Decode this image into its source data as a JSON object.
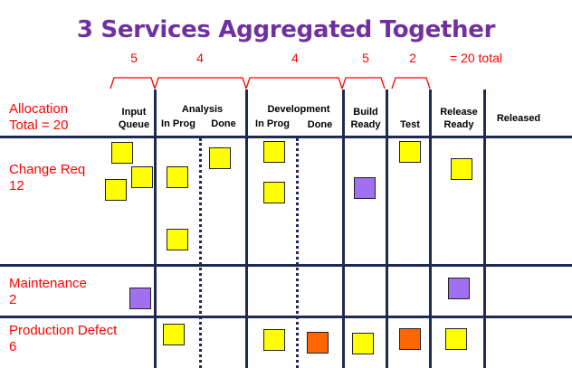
{
  "title": "3 Services Aggregated Together",
  "wip_limits": [
    "5",
    "4",
    "4",
    "5",
    "2"
  ],
  "wip_total": "= 20 total",
  "allocation": {
    "line1": "Allocation",
    "line2": "Total = 20"
  },
  "columns": {
    "input_queue": {
      "line1": "Input",
      "line2": "Queue"
    },
    "analysis": {
      "title": "Analysis",
      "in_prog": "In Prog",
      "done": "Done"
    },
    "development": {
      "title": "Development",
      "in_prog": "In Prog",
      "done": "Done"
    },
    "build_ready": {
      "line1": "Build",
      "line2": "Ready"
    },
    "test": "Test",
    "release_ready": {
      "line1": "Release",
      "line2": "Ready"
    },
    "released": "Released"
  },
  "rows": [
    {
      "label": "Change Req",
      "count": "12"
    },
    {
      "label": "Maintenance",
      "count": "2"
    },
    {
      "label": "Production Defect",
      "count": "6"
    }
  ],
  "colors": {
    "title": "#7030a0",
    "accent": "#ff0000",
    "line": "#1f2a52",
    "feature": "#ffff00",
    "maintenance": "#a070f0",
    "defect": "#ff6600"
  }
}
